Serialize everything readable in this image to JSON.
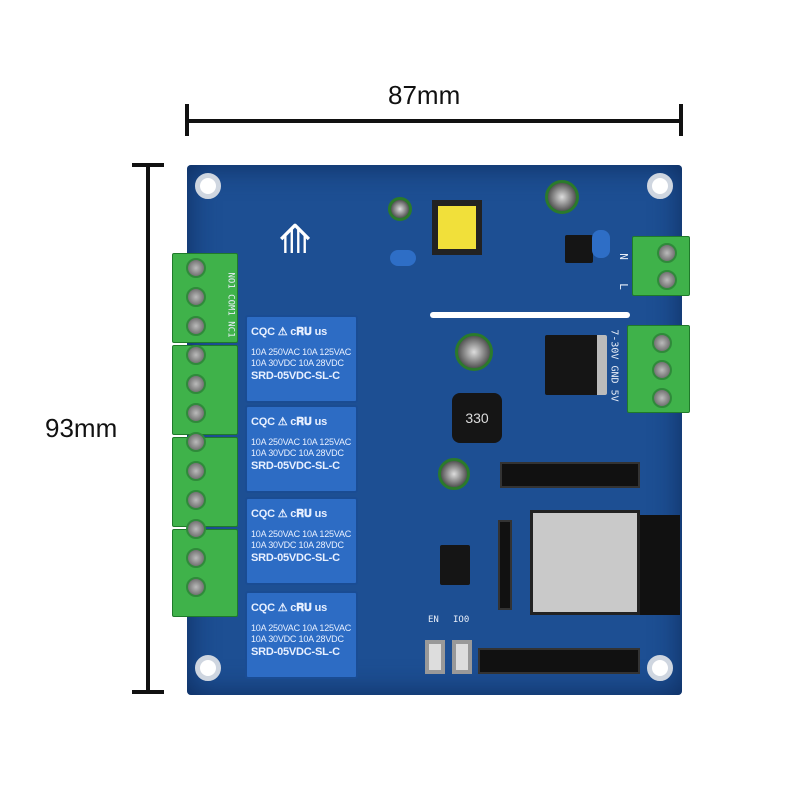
{
  "dimensions": {
    "width_label": "87mm",
    "height_label": "93mm"
  },
  "board": {
    "relays": [
      {
        "approvals": "CQC ⚠  c𝐑𝐔 us",
        "rating1": "10A 250VAC  10A 125VAC",
        "rating2": "10A 30VDC  10A 28VDC",
        "model": "SRD-05VDC-SL-C"
      },
      {
        "approvals": "CQC ⚠  c𝐑𝐔 us",
        "rating1": "10A 250VAC  10A 125VAC",
        "rating2": "10A 30VDC  10A 28VDC",
        "model": "SRD-05VDC-SL-C"
      },
      {
        "approvals": "CQC ⚠  c𝐑𝐔 us",
        "rating1": "10A 250VAC  10A 125VAC",
        "rating2": "10A 30VDC  10A 28VDC",
        "model": "SRD-05VDC-SL-C"
      },
      {
        "approvals": "CQC ⚠  c𝐑𝐔 us",
        "rating1": "10A 250VAC  10A 125VAC",
        "rating2": "10A 30VDC  10A 28VDC",
        "model": "SRD-05VDC-SL-C"
      }
    ],
    "relay_terminal_label": "NO1 COM1 NC1",
    "ac_labels": {
      "n": "N",
      "l": "L"
    },
    "dc_label": "7-30V GND 5V",
    "inductor_label": "330",
    "buttons": {
      "en": "EN",
      "io0": "IO0"
    }
  },
  "colors": {
    "board": "#1d4f93",
    "relay": "#2d6cc4",
    "terminal": "#3fb24a"
  }
}
